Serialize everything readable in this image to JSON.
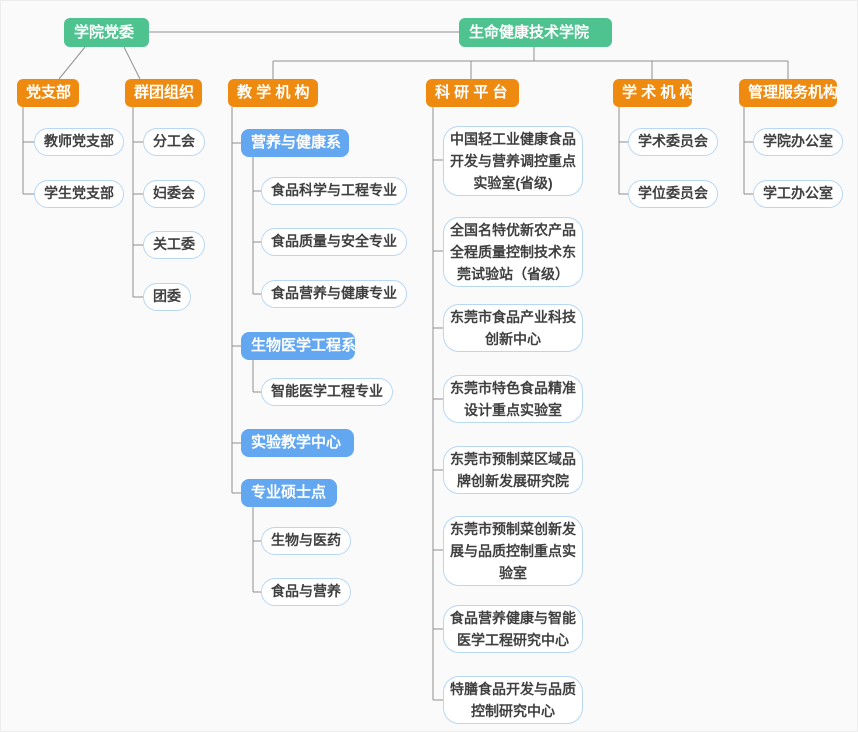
{
  "colors": {
    "green_node": "#4ec28f",
    "orange_node": "#ef8a10",
    "blue_node": "#63a7f0",
    "pill_border": "#b7d7f5",
    "connector_line": "#909090",
    "node_text_dark": "#3f3f3f"
  },
  "org": {
    "party": {
      "label": "学院党委",
      "groups": {
        "dangzhibu": {
          "label": "党支部",
          "children": [
            "教师党支部",
            "学生党支部"
          ]
        },
        "quntuan": {
          "label": "群团组织",
          "children": [
            "分工会",
            "妇委会",
            "关工委",
            "团委"
          ]
        }
      }
    },
    "college": {
      "label": "生命健康技术学院",
      "groups": {
        "jiaoxue": {
          "label": "教 学 机 构",
          "departments": [
            {
              "label": "营养与健康系",
              "majors": [
                "食品科学与工程专业",
                "食品质量与安全专业",
                "食品营养与健康专业"
              ]
            },
            {
              "label": "生物医学工程系",
              "majors": [
                "智能医学工程专业"
              ]
            },
            {
              "label": "实验教学中心",
              "majors": []
            },
            {
              "label": "专业硕士点",
              "majors": [
                "生物与医药",
                "食品与营养"
              ]
            }
          ]
        },
        "keyan": {
          "label": "科 研 平 台",
          "children": [
            "中国轻工业健康食品\n开发与营养调控重点\n实验室(省级)",
            "全国名特优新农产品\n全程质量控制技术东\n莞试验站（省级）",
            "东莞市食品产业科技\n创新中心",
            "东莞市特色食品精准\n设计重点实验室",
            "东莞市预制菜区域品\n牌创新发展研究院",
            "东莞市预制菜创新发\n展与品质控制重点实\n验室",
            "食品营养健康与智能\n医学工程研究中心",
            "特膳食品开发与品质\n控制研究中心"
          ]
        },
        "xueshu": {
          "label": "学 术 机 构",
          "children": [
            "学术委员会",
            "学位委员会"
          ]
        },
        "guanli": {
          "label": "管理服务机构",
          "children": [
            "学院办公室",
            "学工办公室"
          ]
        }
      }
    }
  }
}
